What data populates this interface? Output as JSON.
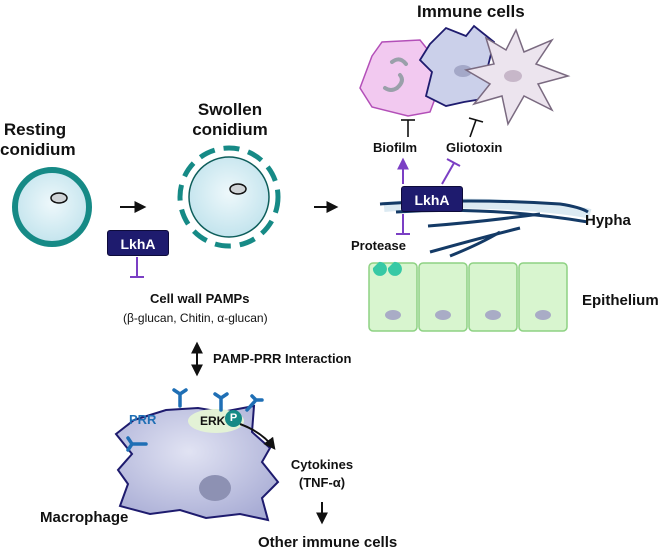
{
  "labels": {
    "immune_cells": "Immune cells",
    "resting": "Resting\nconidium",
    "swollen": "Swollen\nconidium",
    "biofilm": "Biofilm",
    "gliotoxin": "Gliotoxin",
    "lkha_top": "LkhA",
    "lkha_left": "LkhA",
    "hypha": "Hypha",
    "protease": "Protease",
    "epithelium": "Epithelium",
    "cell_wall": "Cell wall PAMPs",
    "cell_wall_sub": "(β-glucan, Chitin, α-glucan)",
    "pamp_prr": "PAMP-PRR Interaction",
    "prr": "PRR",
    "erk": "ERK",
    "p": "P",
    "cytokines": "Cytokines\n(TNF-α)",
    "macrophage": "Macrophage",
    "other_immune": "Other immune cells"
  },
  "colors": {
    "teal": "#168a86",
    "navy": "#1e1b6e",
    "inhibit_purple": "#7b3fc4",
    "hypha": "#143a66",
    "epithelium_fill": "#d8f5cf",
    "epithelium_border": "#8ed283",
    "macrophage_fill": "#c9cbe6",
    "prr_blue": "#1f6fb5"
  },
  "icons": [
    "right-arrow-icon",
    "inhibition-icon",
    "double-arrow-icon",
    "receptor-icon"
  ]
}
